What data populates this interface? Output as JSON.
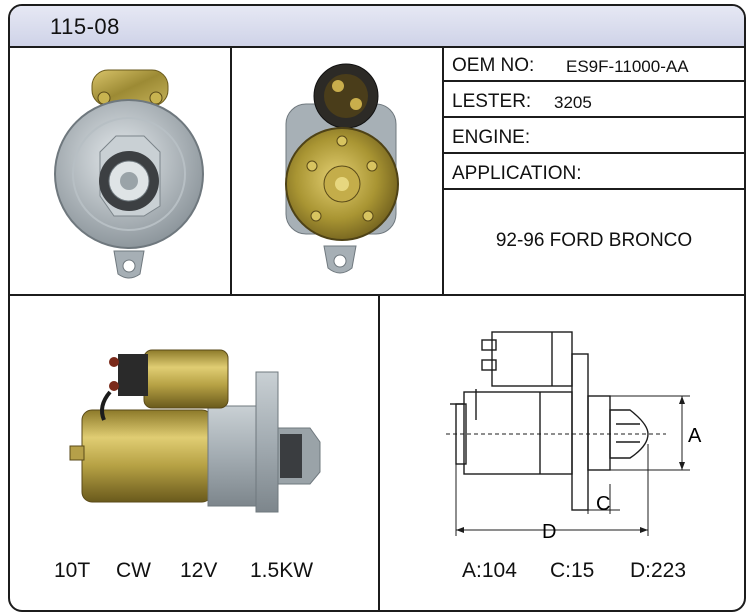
{
  "title": "115-08",
  "specs": [
    {
      "label": "OEM NO:",
      "value": "ES9F-11000-AA"
    },
    {
      "label": "LESTER:",
      "value": "3205"
    },
    {
      "label": "ENGINE:",
      "value": ""
    },
    {
      "label": "APPLICATION:",
      "value": ""
    }
  ],
  "application": "92-96 FORD BRONCO",
  "electrical_specs": [
    "10T",
    "CW",
    "12V",
    "1.5KW"
  ],
  "dimensions": {
    "labels": {
      "a": "A",
      "c": "C",
      "d": "D"
    },
    "values": [
      "A:104",
      "C:15",
      "D:223"
    ]
  },
  "watermark": "",
  "colors": {
    "frame": "#1c1c1c",
    "title_bar": "#d8dbee",
    "housing": "#a9b2b8",
    "gold": "#b49a3c"
  }
}
